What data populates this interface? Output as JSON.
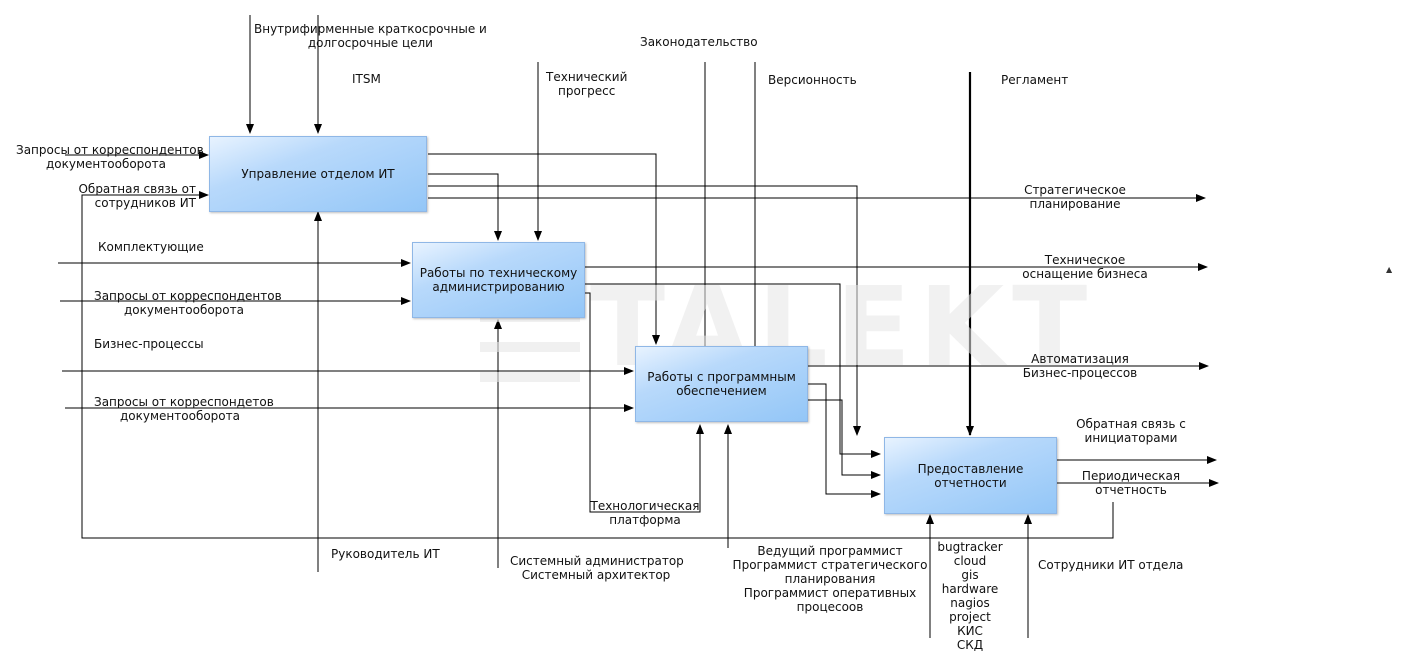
{
  "boxes": {
    "b1": "Управление отделом ИТ",
    "b2": [
      "Работы по техническому",
      "администрированию"
    ],
    "b3": [
      "Работы с программным",
      "обеспечением"
    ],
    "b4": [
      "Предоставление",
      "отчетности"
    ]
  },
  "controls": {
    "internal_goals": [
      "Внутрифирменные краткосрочные и",
      "долгосрочные цели"
    ],
    "itsm": "ITSM",
    "tech_progress": [
      "Технический",
      "прогресс"
    ],
    "legislation": "Законодательство",
    "versioning": "Версионность",
    "reglament": "Регламент"
  },
  "inputs": {
    "in1": [
      "Запросы от корреспондентов",
      "документооборота"
    ],
    "in2": [
      "Обратная связь от",
      "сотрудников ИТ"
    ],
    "in3": "Комплектующие",
    "in4": [
      "Запросы от корреспондентов",
      "документооборота"
    ],
    "in5": "Бизнес-процессы",
    "in6": [
      "Запросы от корреспондетов",
      "документооборота"
    ]
  },
  "outputs": {
    "out1": [
      "Стратегическое",
      "планирование"
    ],
    "out2": [
      "Техническое",
      "оснащение бизнеса"
    ],
    "out3": [
      "Автоматизация",
      "Бизнес-процессов"
    ],
    "out4": [
      "Обратная связь с",
      "инициаторами"
    ],
    "out5": [
      "Периодическая",
      "отчетность"
    ]
  },
  "mechanisms": {
    "m1": "Руководитель ИТ",
    "m2": [
      "Системный администратор",
      "Системный архитектор"
    ],
    "m3": [
      "Технологическая",
      "платформа"
    ],
    "m4": [
      "Ведущий программист",
      "Программист стратегического",
      "планирования",
      "Программист оперативных",
      "процесоов"
    ],
    "m5": [
      "bugtracker",
      "cloud",
      "gis",
      "hardware",
      "nagios",
      "project",
      "КИС",
      "СКД"
    ],
    "m6": "Сотрудники ИТ отдела"
  },
  "watermark": "TALEKT",
  "colors": {
    "box_fill": "#93c6f7",
    "box_border": "#8fb7e6",
    "line": "#000000"
  }
}
